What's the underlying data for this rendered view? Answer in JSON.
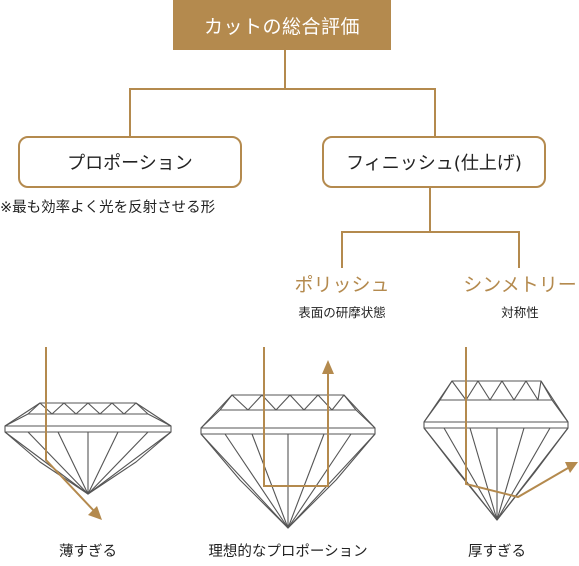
{
  "header": {
    "title": "カットの総合評価"
  },
  "branches": {
    "proportion": {
      "label": "プロポーション",
      "note": "※最も効率よく光を反射させる形"
    },
    "finish": {
      "label": "フィニッシュ(仕上げ)",
      "polish": {
        "label": "ポリッシュ",
        "sub": "表面の研摩状態"
      },
      "symmetry": {
        "label": "シンメトリー",
        "sub": "対称性"
      }
    }
  },
  "diamonds": [
    {
      "caption": "薄すぎる"
    },
    {
      "caption": "理想的なプロポーション"
    },
    {
      "caption": "厚すぎる"
    }
  ],
  "colors": {
    "accent": "#b48a4e",
    "line": "#555555",
    "text": "#222222"
  }
}
